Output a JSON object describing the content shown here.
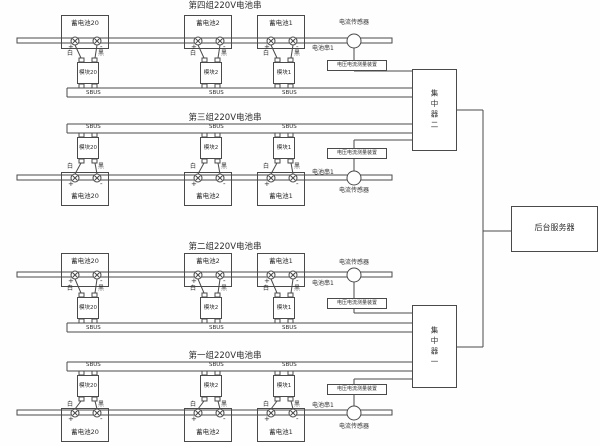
{
  "sections": [
    {
      "title": "第四组220V电池串",
      "batteries": [
        "蓄电池20",
        "蓄电池2",
        "蓄电池1"
      ],
      "modules": [
        "模块20",
        "模块2",
        "模块1"
      ],
      "bus_label": "SBUS",
      "wire_label_left": "白",
      "wire_label_right": "黑",
      "terminal_positive": "+",
      "terminal_negative": "-",
      "string_label": "电池串1",
      "sensor_label": "电流传感器",
      "measure_label": "电压电流测量装置"
    },
    {
      "title": "第三组220V电池串",
      "batteries": [
        "蓄电池20",
        "蓄电池2",
        "蓄电池1"
      ],
      "modules": [
        "模块20",
        "模块2",
        "模块1"
      ],
      "bus_label": "SBUS",
      "wire_label_left": "白",
      "wire_label_right": "黑",
      "terminal_positive": "+",
      "terminal_negative": "-",
      "string_label": "电池串1",
      "sensor_label": "电流传感器",
      "measure_label": "电压电流测量装置"
    },
    {
      "title": "第二组220V电池串",
      "batteries": [
        "蓄电池20",
        "蓄电池2",
        "蓄电池1"
      ],
      "modules": [
        "模块20",
        "模块2",
        "模块1"
      ],
      "bus_label": "SBUS",
      "wire_label_left": "白",
      "wire_label_right": "黑",
      "terminal_positive": "+",
      "terminal_negative": "-",
      "string_label": "电池串1",
      "sensor_label": "电流传感器",
      "measure_label": "电压电流测量装置"
    },
    {
      "title": "第一组220V电池串",
      "batteries": [
        "蓄电池20",
        "蓄电池2",
        "蓄电池1"
      ],
      "modules": [
        "模块20",
        "模块2",
        "模块1"
      ],
      "bus_label": "SBUS",
      "wire_label_left": "白",
      "wire_label_right": "黑",
      "terminal_positive": "+",
      "terminal_negative": "-",
      "string_label": "电池串1",
      "sensor_label": "电流传感器",
      "measure_label": "电压电流测量装置"
    }
  ],
  "concentrators": [
    {
      "label": "集中器二"
    },
    {
      "label": "集中器一"
    }
  ],
  "server": {
    "label": "后台服务器"
  },
  "colors": {
    "line": "#4a4a4a",
    "text": "#2e2e2e",
    "background": "#fefefe"
  }
}
